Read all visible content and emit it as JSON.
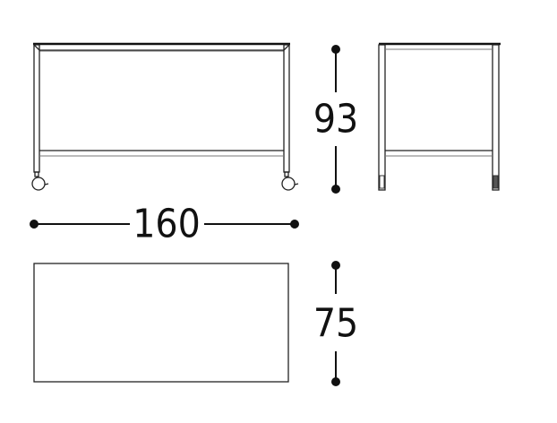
{
  "dimensions": {
    "height": "93",
    "width": "160",
    "depth": "75"
  },
  "colors": {
    "line": "#222222",
    "background": "#ffffff"
  }
}
